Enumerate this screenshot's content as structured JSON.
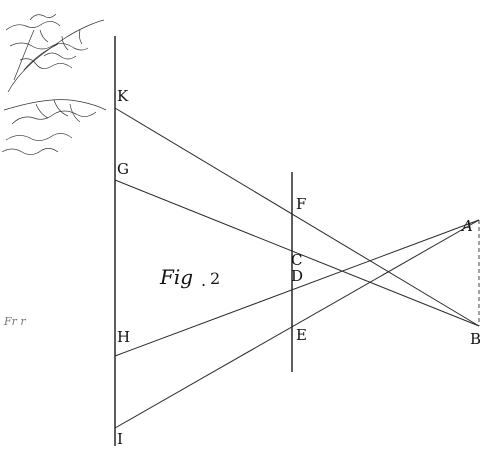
{
  "figure": {
    "caption_word": "Fig",
    "caption_sep": ".",
    "caption_number": "2"
  },
  "points": {
    "K": "K",
    "G": "G",
    "H": "H",
    "I": "I",
    "F": "F",
    "C": "C",
    "D": "D",
    "E": "E",
    "A": "A",
    "B": "B"
  },
  "margin_note": "Fr r"
}
